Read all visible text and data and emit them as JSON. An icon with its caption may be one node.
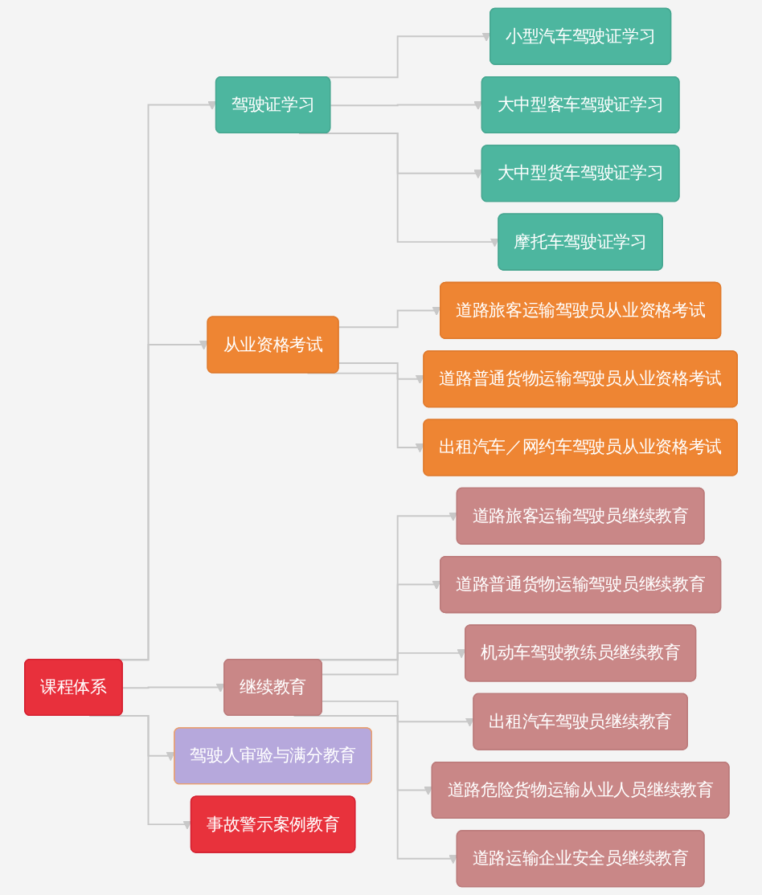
{
  "diagram": {
    "nodes": [
      {
        "text": [
          "课程体系"
        ]
      },
      {
        "text": [
          "驾驶证学习"
        ]
      },
      {
        "text": [
          "小型汽车驾驶证学习"
        ]
      },
      {
        "text": [
          "大中型客车驾驶证学习"
        ]
      },
      {
        "text": [
          "大中型货车驾驶证学习"
        ]
      },
      {
        "text": [
          "摩托车驾驶证学习"
        ]
      },
      {
        "text": [
          "从业资格考试"
        ]
      },
      {
        "text": [
          "道路旅客运输驾驶员从业资格考试"
        ]
      },
      {
        "text": [
          "道路普通货物运输驾驶员从业资格考试"
        ]
      },
      {
        "text": [
          "出租汽车／网约车驾驶员从业资格考试"
        ]
      },
      {
        "text": [
          "继续教育"
        ]
      },
      {
        "text": [
          "道路旅客运输驾驶员继续教育"
        ]
      },
      {
        "text": [
          "道路普通货物运输驾驶员继续教育"
        ]
      },
      {
        "text": [
          "机动车驾驶教练员继续教育"
        ]
      },
      {
        "text": [
          "出租汽车驾驶员继续教育"
        ]
      },
      {
        "text": [
          "道路危险货物运输从业人员继续教育"
        ]
      },
      {
        "text": [
          "道路运输企业安全员继续教育"
        ]
      },
      {
        "text": [
          "驾驶人审验与满分教育"
        ]
      },
      {
        "text": [
          "事故警示案例教育"
        ]
      }
    ],
    "edges": [
      {
        "from": 0,
        "to": 1,
        "arrow": "to"
      },
      {
        "from": 1,
        "to": 2,
        "arrow": "to"
      },
      {
        "from": 1,
        "to": 3,
        "arrow": "to"
      },
      {
        "from": 1,
        "to": 4,
        "arrow": "to"
      },
      {
        "from": 1,
        "to": 5,
        "arrow": "to"
      },
      {
        "from": 0,
        "to": 6,
        "arrow": "to"
      },
      {
        "from": 6,
        "to": 7,
        "arrow": "to"
      },
      {
        "from": 6,
        "to": 8,
        "arrow": "to"
      },
      {
        "from": 6,
        "to": 9,
        "arrow": "to"
      },
      {
        "from": 0,
        "to": 10,
        "arrow": "to"
      },
      {
        "from": 10,
        "to": 11,
        "arrow": "to"
      },
      {
        "from": 10,
        "to": 12,
        "arrow": "to"
      },
      {
        "from": 10,
        "to": 13,
        "arrow": "to"
      },
      {
        "from": 10,
        "to": 14,
        "arrow": "to"
      },
      {
        "from": 10,
        "to": 15,
        "arrow": "to"
      },
      {
        "from": 10,
        "to": 16,
        "arrow": "to"
      },
      {
        "from": 0,
        "to": 17,
        "arrow": "to"
      },
      {
        "from": 0,
        "to": 18,
        "arrow": "to"
      }
    ]
  }
}
